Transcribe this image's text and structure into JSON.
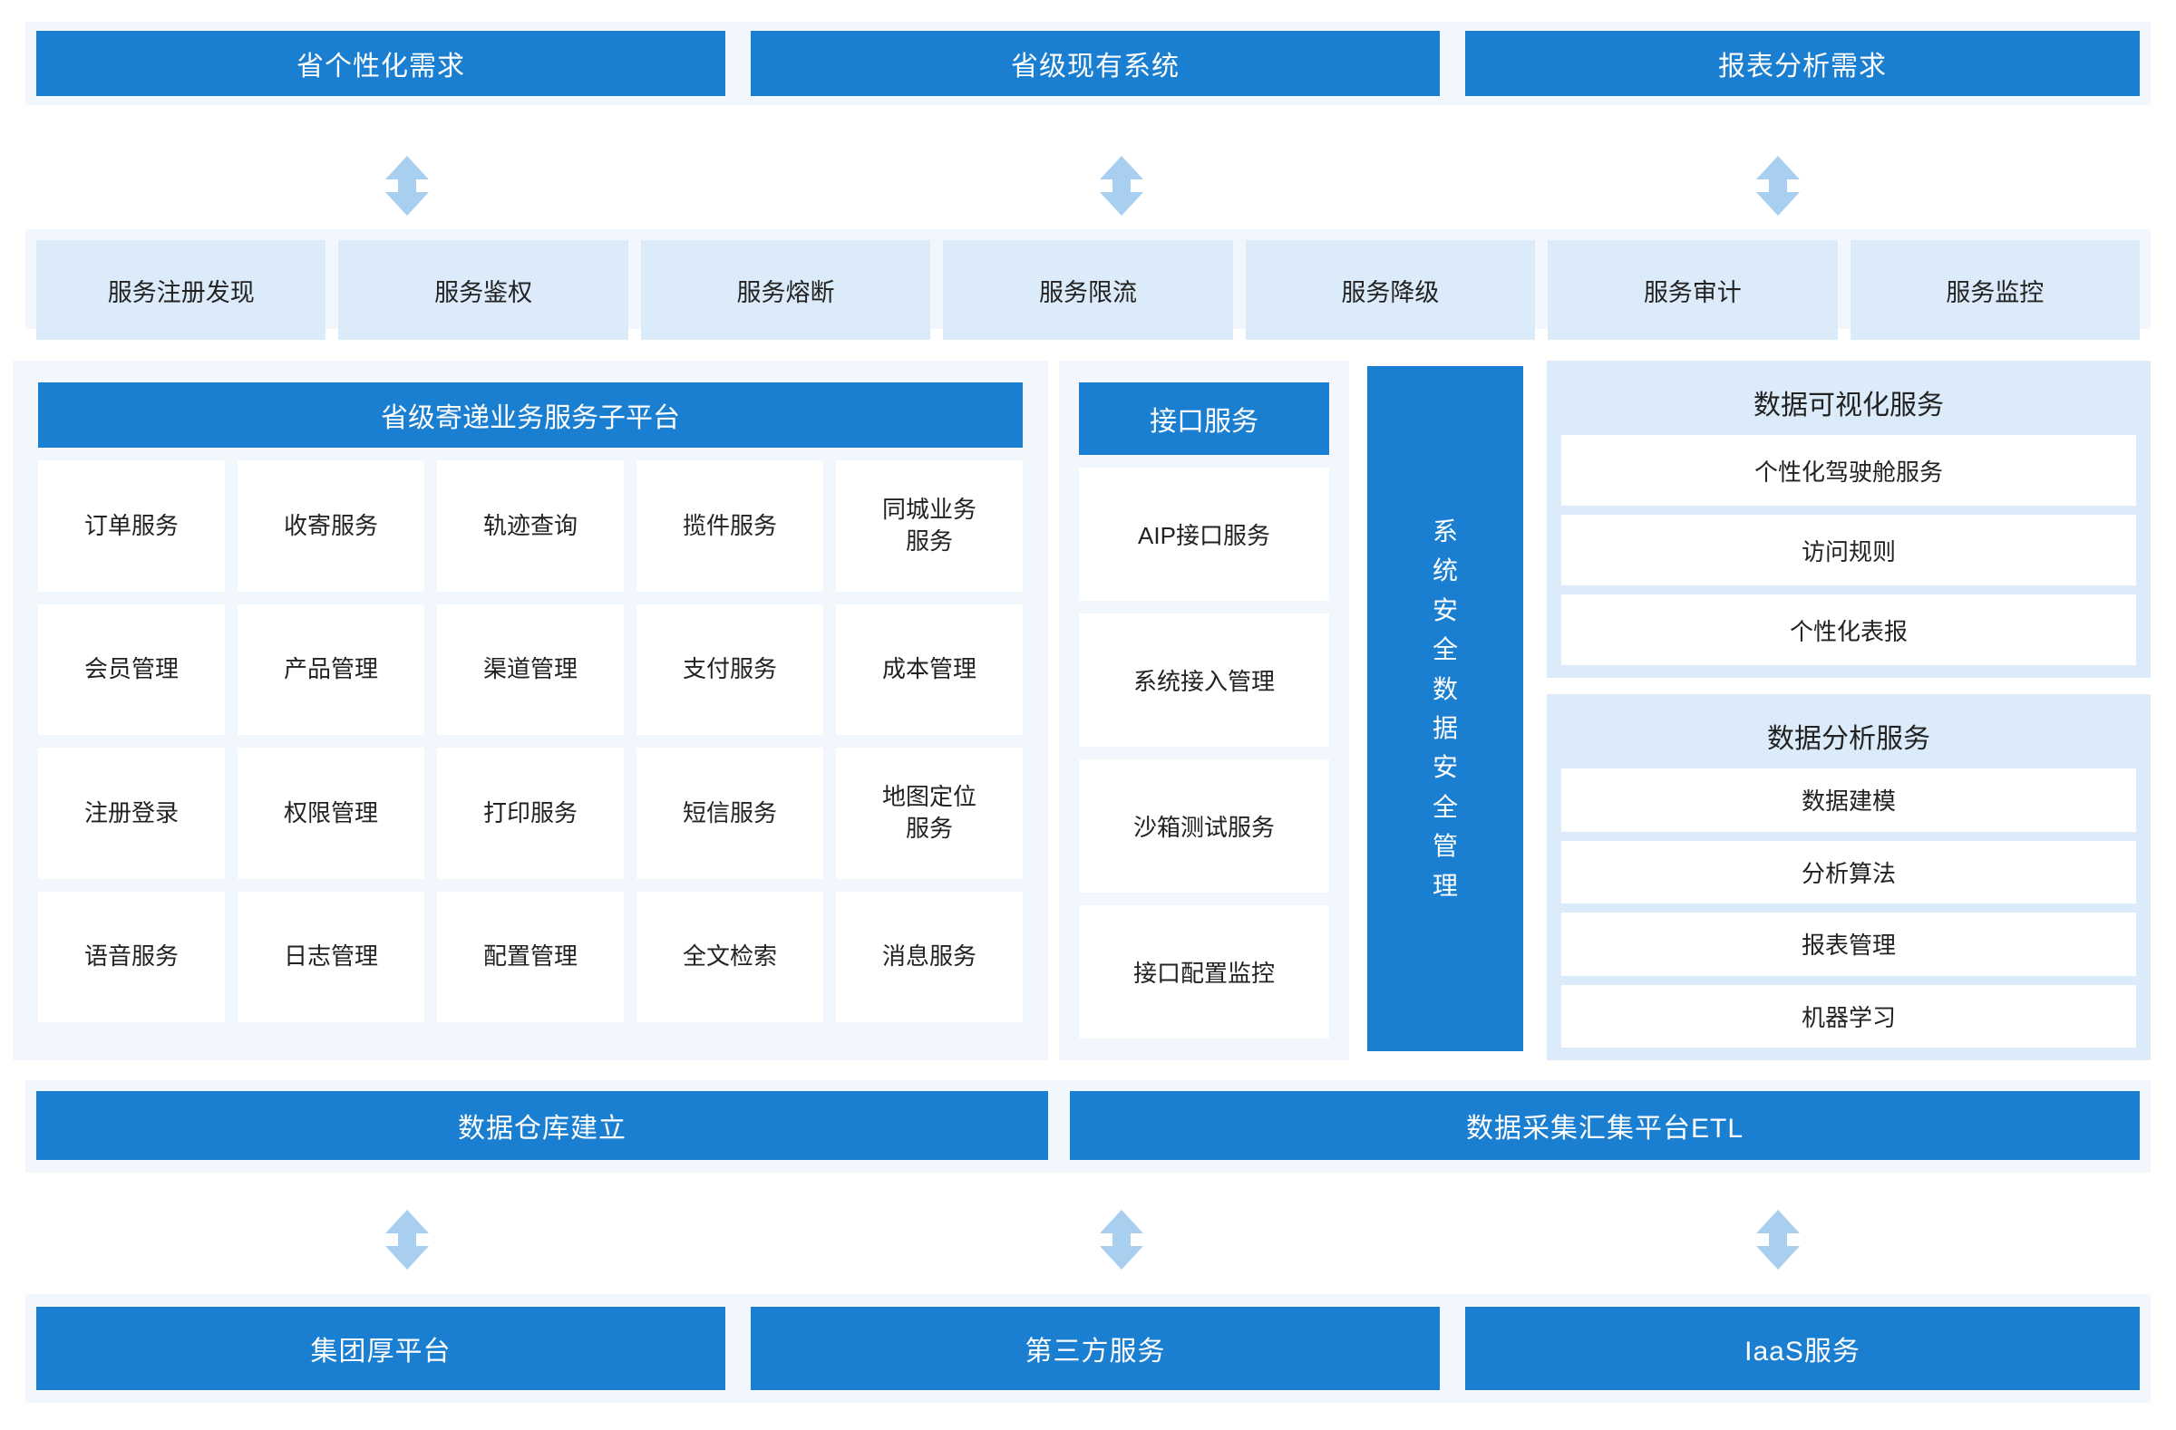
{
  "colors": {
    "primary_blue": "#1a7ed1",
    "band_bg": "#f1f7fd",
    "chip_bg": "#dcebfa",
    "arrow_blue": "#a9cff0",
    "page_bg": "#ffffff",
    "text_dark": "#222222",
    "text_light": "#ffffff"
  },
  "top_row": {
    "items": [
      {
        "label": "省个性化需求"
      },
      {
        "label": "省级现有系统"
      },
      {
        "label": "报表分析需求"
      }
    ]
  },
  "service_governance": {
    "items": [
      {
        "label": "服务注册发现"
      },
      {
        "label": "服务鉴权"
      },
      {
        "label": "服务熔断"
      },
      {
        "label": "服务限流"
      },
      {
        "label": "服务降级"
      },
      {
        "label": "服务审计"
      },
      {
        "label": "服务监控"
      }
    ]
  },
  "business_platform": {
    "title": "省级寄递业务服务子平台",
    "cells": [
      "订单服务",
      "收寄服务",
      "轨迹查询",
      "揽件服务",
      "同城业务\n服务",
      "会员管理",
      "产品管理",
      "渠道管理",
      "支付服务",
      "成本管理",
      "注册登录",
      "权限管理",
      "打印服务",
      "短信服务",
      "地图定位\n服务",
      "语音服务",
      "日志管理",
      "配置管理",
      "全文检索",
      "消息服务"
    ]
  },
  "interface_services": {
    "title": "接口服务",
    "items": [
      "AIP接口服务",
      "系统接入管理",
      "沙箱测试服务",
      "接口配置监控"
    ]
  },
  "security_column": {
    "label": "系统安全数据安全管理"
  },
  "data_visualization": {
    "title": "数据可视化服务",
    "items": [
      "个性化驾驶舱服务",
      "访问规则",
      "个性化表报"
    ]
  },
  "data_analysis": {
    "title": "数据分析服务",
    "items": [
      "数据建模",
      "分析算法",
      "报表管理",
      "机器学习"
    ]
  },
  "data_layer": {
    "items": [
      {
        "label": "数据仓库建立"
      },
      {
        "label": "数据采集汇集平台ETL"
      }
    ]
  },
  "bottom_row": {
    "items": [
      {
        "label": "集团厚平台"
      },
      {
        "label": "第三方服务"
      },
      {
        "label": "IaaS服务"
      }
    ]
  },
  "arrows": {
    "icon": "double-headed-vertical-arrow",
    "count_top": 3,
    "count_bottom": 3
  }
}
